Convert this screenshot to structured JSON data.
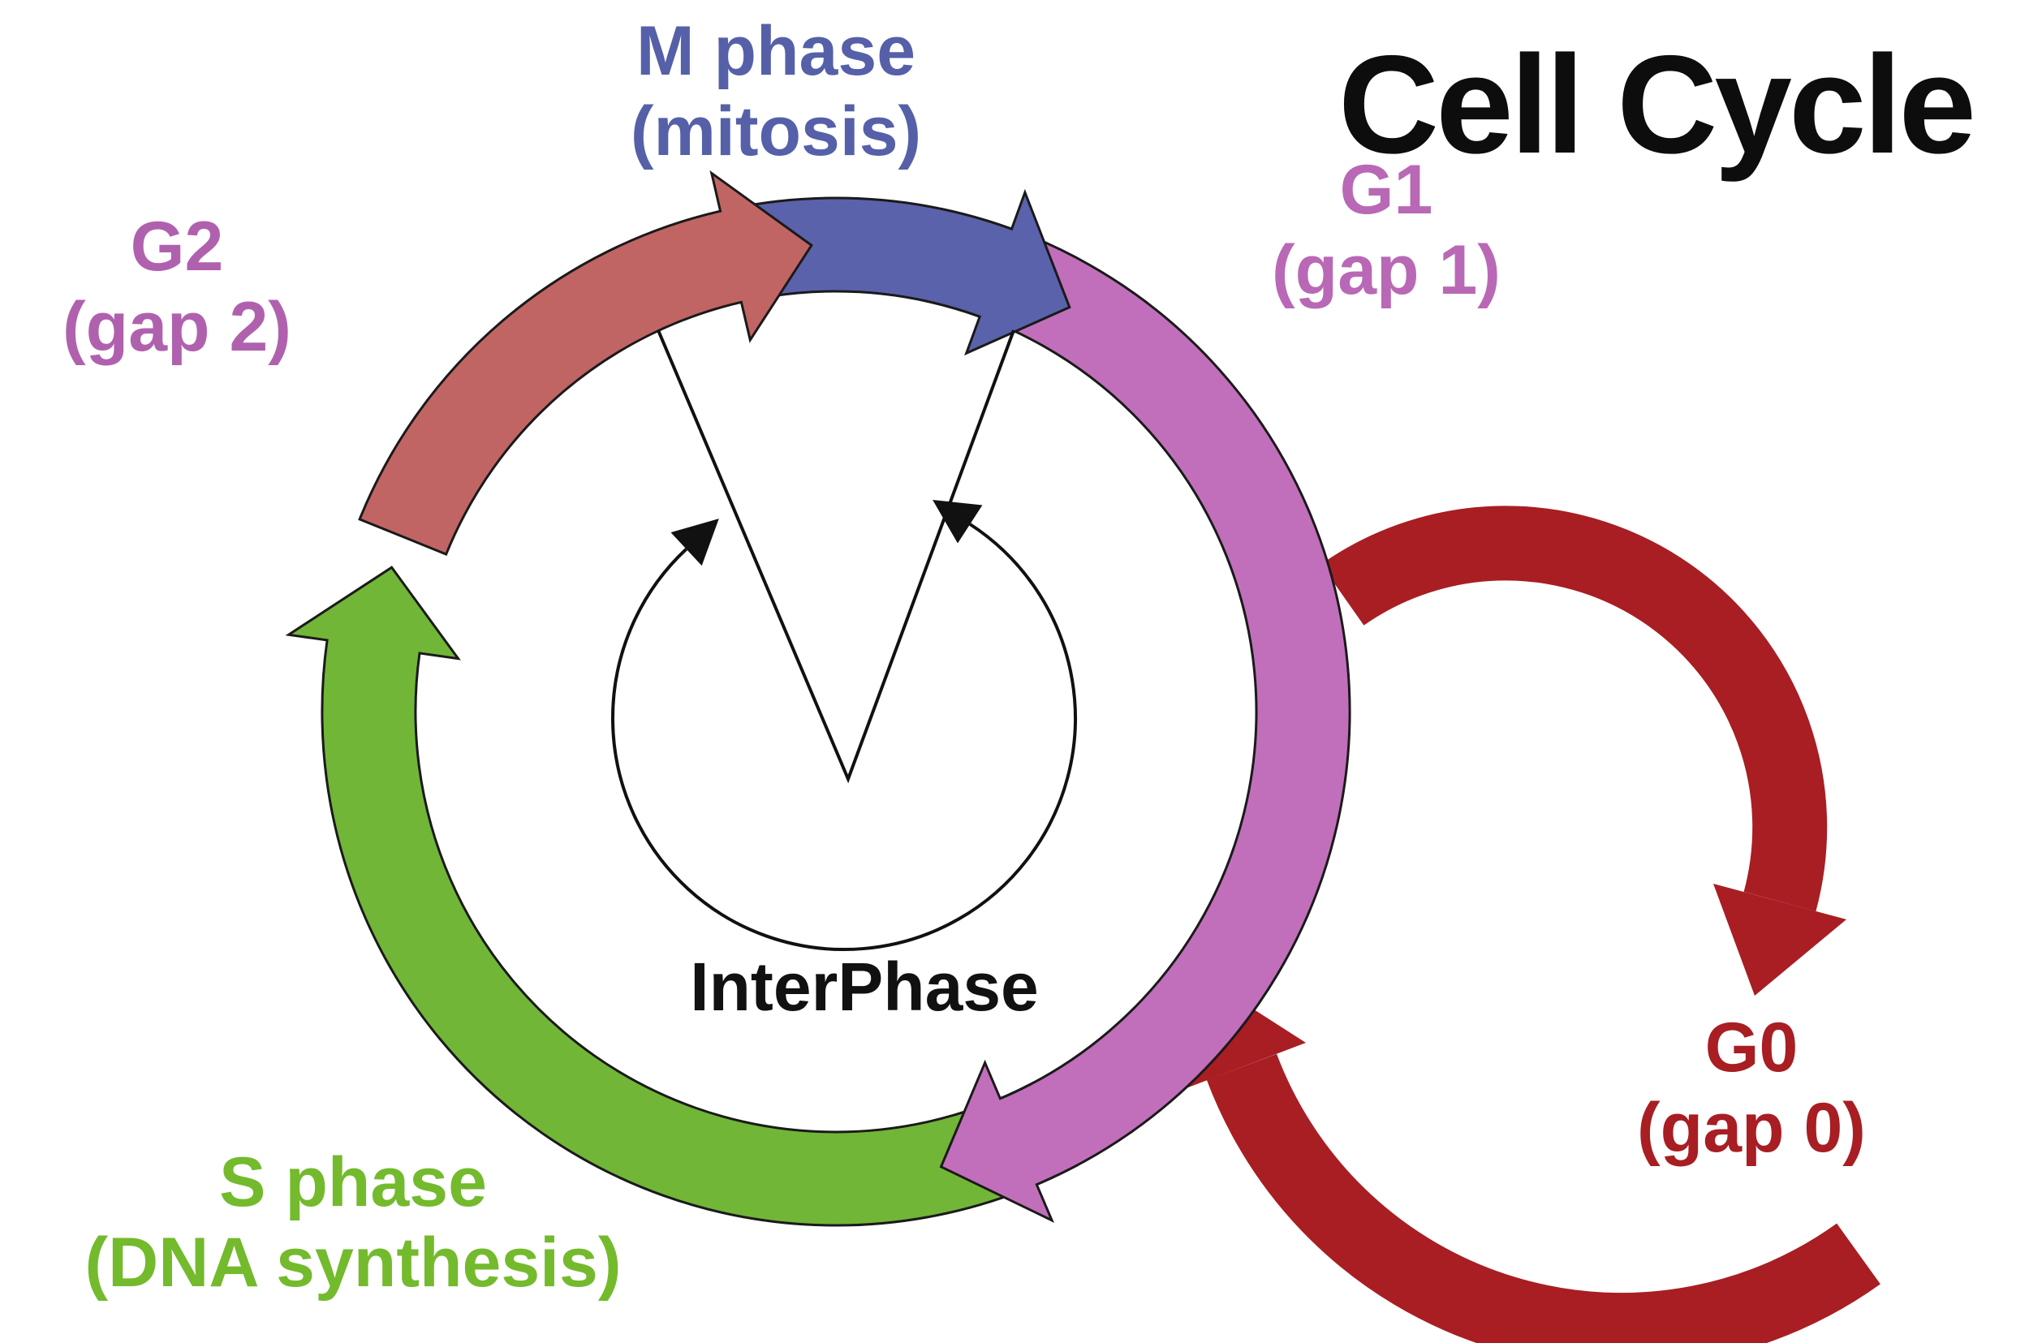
{
  "title": {
    "text": "Cell Cycle",
    "color": "#0d0d0d"
  },
  "center": {
    "label": "InterPhase",
    "color": "#111111"
  },
  "phases": {
    "m": {
      "name": "M phase",
      "sub": "(mitosis)",
      "arc_color": "#5a62ab",
      "label_color": "#5560a8"
    },
    "g1": {
      "name": "G1",
      "sub": "(gap 1)",
      "arc_color": "#c16fbb",
      "label_color": "#b968b6"
    },
    "g2": {
      "name": "G2",
      "sub": "(gap 2)",
      "arc_color": "#c16564",
      "label_color": "#b061ae"
    },
    "s": {
      "name": "S phase",
      "sub": "(DNA synthesis)",
      "arc_color": "#71b637",
      "label_color": "#74ba2d"
    },
    "g0": {
      "name": "G0",
      "sub": "(gap 0)",
      "arc_color": "#a81e23",
      "label_color": "#a81e23"
    }
  },
  "outline": "#1a1a1a",
  "ink": "#111111",
  "background": "#ffffff"
}
